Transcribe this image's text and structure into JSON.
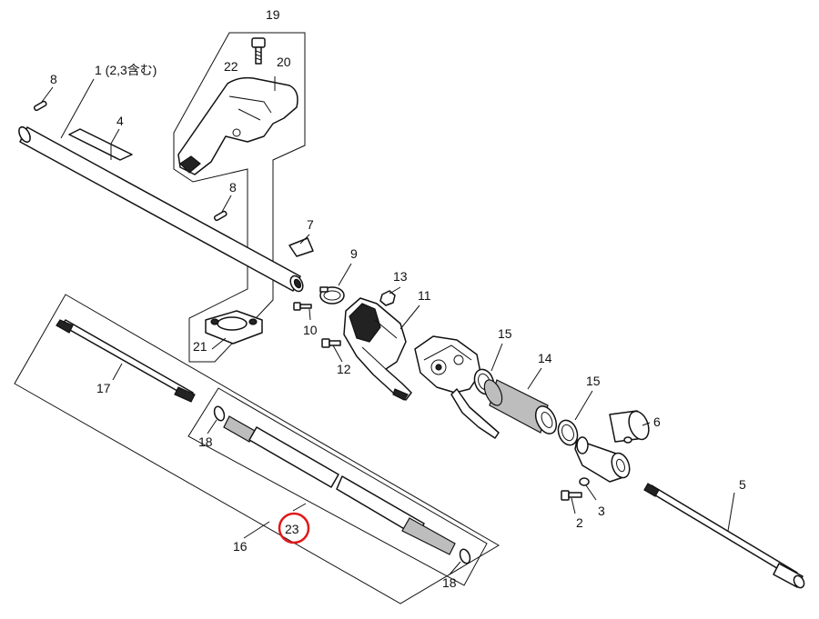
{
  "colors": {
    "line": "#111111",
    "highlight": "#e0191b",
    "background": "#ffffff"
  },
  "labels": {
    "p1": "1 (2,3含む)",
    "p2": "2",
    "p3": "3",
    "p4": "4",
    "p5": "5",
    "p6": "6",
    "p7": "7",
    "p8a": "8",
    "p8b": "8",
    "p9": "9",
    "p10": "10",
    "p11": "11",
    "p12": "12",
    "p13": "13",
    "p14": "14",
    "p15a": "15",
    "p15b": "15",
    "p16": "16",
    "p17": "17",
    "p18a": "18",
    "p18b": "18",
    "p19": "19",
    "p20": "20",
    "p21": "21",
    "p22": "22",
    "p23": "23"
  },
  "highlighted_part": "23"
}
